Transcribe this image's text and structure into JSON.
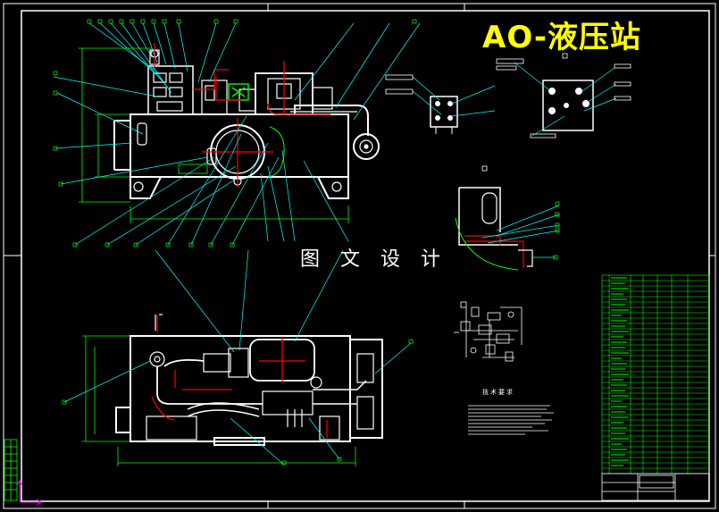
{
  "drawing": {
    "title": "AO-液压站",
    "brand": "图 文 设 计",
    "tech_notes_title": "技术要求"
  },
  "colors": {
    "background": "#000000",
    "outline": "#ffffff",
    "leader": "#00ffff",
    "dimension": "#00ff00",
    "section": "#ff0000",
    "title": "#ffff00"
  }
}
